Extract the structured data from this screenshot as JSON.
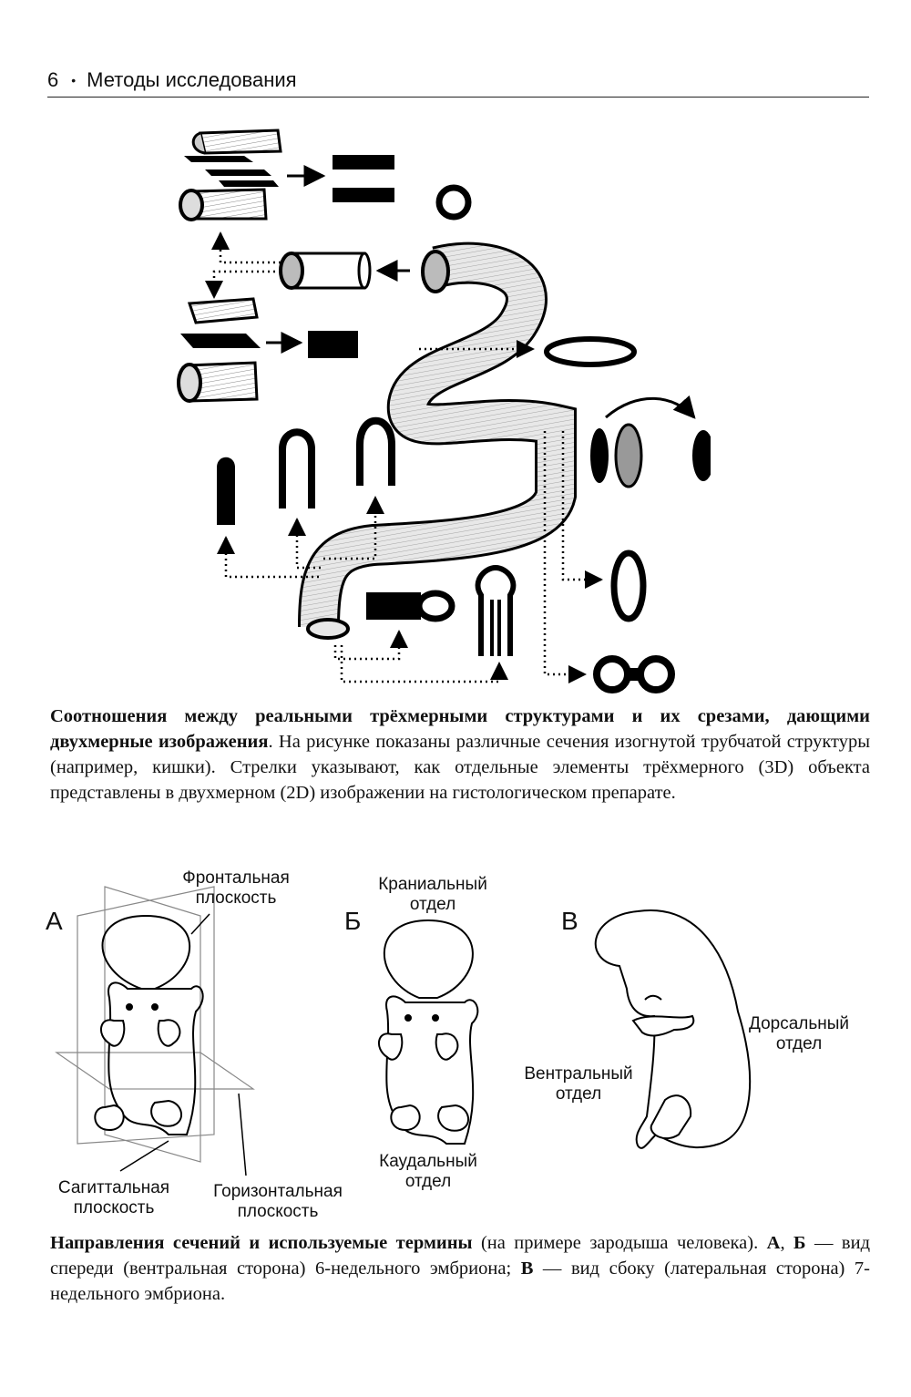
{
  "header": {
    "page_number": "6",
    "bullet": "•",
    "section_title": "Методы исследования"
  },
  "caption1": {
    "bold": "Соотношения между реальными трёхмерными структурами и их срезами, дающими двухмерные изображения",
    "text": ". На рисунке показаны различные сечения изогнутой трубчатой структуры (например, кишки). Стрелки указывают, как отдельные элементы трёхмерного (3D) объекта представлены в двухмерном (2D) изображении на гистологическом препарате."
  },
  "figure2": {
    "panel_a": "А",
    "panel_b": "Б",
    "panel_v": "В",
    "frontal_1": "Фронтальная",
    "frontal_2": "плоскость",
    "sagittal_1": "Сагиттальная",
    "sagittal_2": "плоскость",
    "horizontal_1": "Горизонтальная",
    "horizontal_2": "плоскость",
    "cranial_1": "Краниальный",
    "cranial_2": "отдел",
    "caudal_1": "Каудальный",
    "caudal_2": "отдел",
    "dorsal_1": "Дорсальный",
    "dorsal_2": "отдел",
    "ventral_1": "Вентральный",
    "ventral_2": "отдел"
  },
  "caption2": {
    "bold1": "Направления сечений и используемые термины",
    "text1": " (на примере зародыша человека). ",
    "bold2": "А",
    "text2": ", ",
    "bold3": "Б",
    "text3": " — вид спереди (вентральная сторона) 6-недельного эмбриона; ",
    "bold4": "В",
    "text4": " — вид сбоку (латеральная сторона) 7-недельного эмбриона."
  }
}
